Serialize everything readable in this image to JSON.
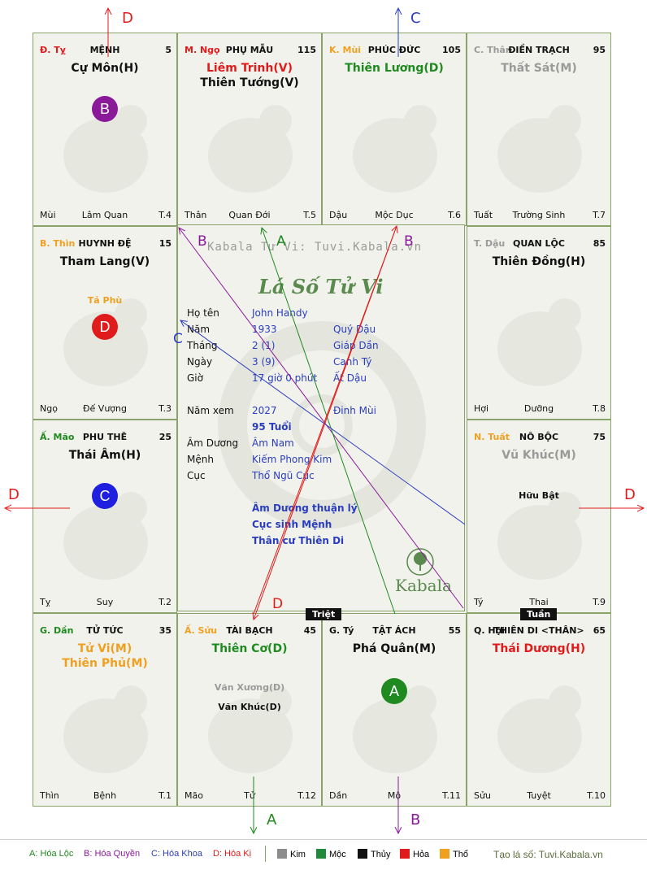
{
  "colors": {
    "kim": "#8c8c8c",
    "moc": "#1f8a3c",
    "thuy": "#111111",
    "hoa": "#e01b1b",
    "tho": "#f0a020",
    "blue": "#2a3dbf",
    "purple": "#8b1a9b",
    "green": "#1f8a1f",
    "red": "#e01b1b",
    "grid": "#8aa36a"
  },
  "cells": [
    {
      "id": "ty",
      "can_chi": "Đ. Tỵ",
      "can_color": "#e01b1b",
      "name": "MỆNH",
      "num": "5",
      "stars": [
        {
          "text": "Cự Môn(H)",
          "color": "#111111"
        }
      ],
      "minor": [],
      "bot_left": "Mùi",
      "bot_center": "Lâm Quan",
      "bot_right": "T.4"
    },
    {
      "id": "ngo",
      "can_chi": "M. Ngọ",
      "can_color": "#e01b1b",
      "name": "PHỤ MẪU",
      "num": "115",
      "stars": [
        {
          "text": "Liêm Trinh(V)",
          "color": "#e01b1b"
        },
        {
          "text": "Thiên Tướng(V)",
          "color": "#111111"
        }
      ],
      "minor": [],
      "bot_left": "Thân",
      "bot_center": "Quan Đới",
      "bot_right": "T.5"
    },
    {
      "id": "mui",
      "can_chi": "K. Mùi",
      "can_color": "#f0a020",
      "name": "PHÚC ĐỨC",
      "num": "105",
      "stars": [
        {
          "text": "Thiên Lương(D)",
          "color": "#1f8a1f"
        }
      ],
      "minor": [],
      "bot_left": "Dậu",
      "bot_center": "Mộc Dục",
      "bot_right": "T.6"
    },
    {
      "id": "than",
      "can_chi": "C. Thân",
      "can_color": "#9a9a9a",
      "name": "ĐIỀN TRẠCH",
      "num": "95",
      "stars": [
        {
          "text": "Thất Sát(M)",
          "color": "#9a9a9a"
        }
      ],
      "minor": [],
      "bot_left": "Tuất",
      "bot_center": "Trường Sinh",
      "bot_right": "T.7"
    },
    {
      "id": "thin",
      "can_chi": "B. Thìn",
      "can_color": "#f0a020",
      "name": "HUYNH ĐỆ",
      "num": "15",
      "stars": [
        {
          "text": "Tham Lang(V)",
          "color": "#111111"
        }
      ],
      "minor": [
        {
          "text": "Tả Phù",
          "color": "#f0a020"
        }
      ],
      "bot_left": "Ngọ",
      "bot_center": "Đế Vượng",
      "bot_right": "T.3"
    },
    {
      "id": "dau",
      "can_chi": "T. Dậu",
      "can_color": "#9a9a9a",
      "name": "QUAN LỘC",
      "num": "85",
      "stars": [
        {
          "text": "Thiên Đồng(H)",
          "color": "#111111"
        }
      ],
      "minor": [],
      "bot_left": "Hợi",
      "bot_center": "Dưỡng",
      "bot_right": "T.8"
    },
    {
      "id": "mao",
      "can_chi": "Ấ. Mão",
      "can_color": "#1f8a1f",
      "name": "PHU THÊ",
      "num": "25",
      "stars": [
        {
          "text": "Thái Âm(H)",
          "color": "#111111"
        }
      ],
      "minor": [],
      "bot_left": "Tỵ",
      "bot_center": "Suy",
      "bot_right": "T.2"
    },
    {
      "id": "tuat",
      "can_chi": "N. Tuất",
      "can_color": "#f0a020",
      "name": "NÔ BỘC",
      "num": "75",
      "stars": [
        {
          "text": "Vũ Khúc(M)",
          "color": "#9a9a9a"
        }
      ],
      "minor": [
        {
          "text": "Hữu Bật",
          "color": "#111111"
        }
      ],
      "bot_left": "Tý",
      "bot_center": "Thai",
      "bot_right": "T.9"
    },
    {
      "id": "dan",
      "can_chi": "G. Dần",
      "can_color": "#1f8a1f",
      "name": "TỬ TỨC",
      "num": "35",
      "stars": [
        {
          "text": "Tử Vi(M)",
          "color": "#f0a020"
        },
        {
          "text": "Thiên Phủ(M)",
          "color": "#f0a020"
        }
      ],
      "minor": [],
      "bot_left": "Thìn",
      "bot_center": "Bệnh",
      "bot_right": "T.1"
    },
    {
      "id": "suu",
      "can_chi": "Ấ. Sửu",
      "can_color": "#f0a020",
      "name": "TÀI BẠCH",
      "num": "45",
      "stars": [
        {
          "text": "Thiên Cơ(D)",
          "color": "#1f8a1f"
        }
      ],
      "minor": [
        {
          "text": "Văn Xương(D)",
          "color": "#9a9a9a"
        },
        {
          "text": "Văn Khúc(D)",
          "color": "#111111"
        }
      ],
      "bot_left": "Mão",
      "bot_center": "Tử",
      "bot_right": "T.12"
    },
    {
      "id": "tys",
      "can_chi": "G. Tý",
      "can_color": "#111111",
      "name": "TẬT ÁCH",
      "num": "55",
      "stars": [
        {
          "text": "Phá Quân(M)",
          "color": "#111111"
        }
      ],
      "minor": [],
      "bot_left": "Dần",
      "bot_center": "Mộ",
      "bot_right": "T.11"
    },
    {
      "id": "hoi",
      "can_chi": "Q. Hợi",
      "can_color": "#111111",
      "name": "THIÊN DI <THÂN>",
      "num": "65",
      "stars": [
        {
          "text": "Thái Dương(H)",
          "color": "#e01b1b"
        }
      ],
      "minor": [],
      "bot_left": "Sửu",
      "bot_center": "Tuyệt",
      "bot_right": "T.10"
    }
  ],
  "circles": [
    {
      "cell": "ty",
      "letter": "B",
      "color": "#8b1a9b"
    },
    {
      "cell": "thin",
      "letter": "D",
      "color": "#e01b1b"
    },
    {
      "cell": "mao",
      "letter": "C",
      "color": "#1f1fe0"
    },
    {
      "cell": "tys",
      "letter": "A",
      "color": "#1f8a1f"
    }
  ],
  "tags": {
    "triet": "Triệt",
    "tuan": "Tuần"
  },
  "center": {
    "watermark": "Kabala Tử Vi: Tuvi.Kabala.vn",
    "logo_title": "Lá Số Tử Vi",
    "brand": "Kabala",
    "rows": [
      {
        "label": "Họ tên",
        "value": "John Handy",
        "extra": ""
      },
      {
        "label": "Năm",
        "value": "1933",
        "extra": "Quý Dậu"
      },
      {
        "label": "Tháng",
        "value": "2  (1)",
        "extra": "Giáp Dần"
      },
      {
        "label": "Ngày",
        "value": "3  (9)",
        "extra": "Canh Tý"
      },
      {
        "label": "Giờ",
        "value": "17 giờ 0 phút",
        "extra": "Ất Dậu"
      }
    ],
    "nam_xem": {
      "label": "Năm xem",
      "value": "2027",
      "extra": "Đinh Mùi"
    },
    "tuoi": "95 Tuổi",
    "rows2": [
      {
        "label": "Âm Dương",
        "value": "Âm Nam"
      },
      {
        "label": "Mệnh",
        "value": "Kiếm Phong Kim"
      },
      {
        "label": "Cục",
        "value": "Thổ Ngũ Cục"
      }
    ],
    "notes": [
      "Âm Dương thuận lý",
      "Cục sinh Mệnh",
      "Thân cư Thiên Di"
    ]
  },
  "arrow_labels": {
    "top_d": "D",
    "top_c": "C",
    "left_d": "D",
    "right_d": "D",
    "bottom_a": "A",
    "bottom_b": "B",
    "inner_b1": "B",
    "inner_a": "A",
    "inner_b2": "B",
    "inner_c": "C",
    "inner_d": "D"
  },
  "legend": {
    "a": "A: Hóa Lộc",
    "b": "B: Hóa Quyền",
    "c": "C: Hóa Khoa",
    "d": "D: Hóa Kị",
    "kim": "Kim",
    "moc": "Mộc",
    "thuy": "Thủy",
    "hoa": "Hỏa",
    "tho": "Thổ",
    "site": "Tạo lá số: Tuvi.Kabala.vn"
  }
}
